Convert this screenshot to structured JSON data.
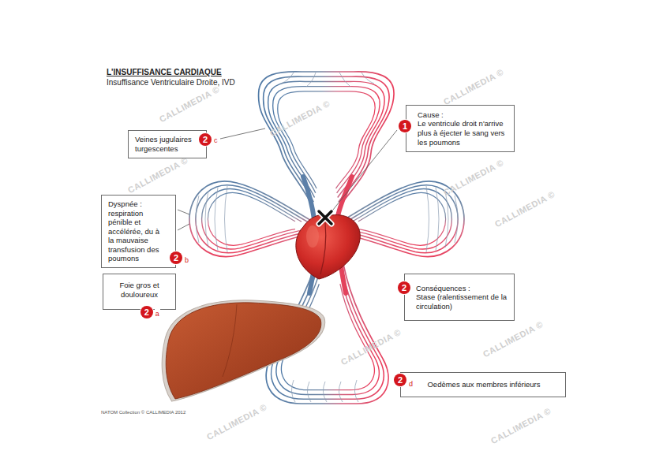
{
  "diagram": {
    "title": "L'INSUFFISANCE CARDIAQUE",
    "nodes": [
      {
        "text": [
          "Cause :",
          "Le ventricule droit n'arrive plus à éjecter le sang vers les poumons"
        ]
      },
      {
        "text": [
          "Veines jugulaires turgescentes"
        ]
      },
      {
        "text": [
          "Dyspnée :",
          "respiration pénible et accélérée, du à la mauvaise transfusion des poumons"
        ]
      },
      {
        "text": [
          "Foie gros et douloureux"
        ]
      },
      {
        "text": [
          "Conséquences :",
          "Stase (ralentissement de la circulation)"
        ]
      },
      {
        "text": [
          "Oedèmes aux membres inférieurs"
        ]
      }
    ],
    "labels": [
      "Insuffisance Ventriculaire Droite, IVD",
      "1",
      "2",
      "c",
      "2",
      "b",
      "2",
      "a",
      "2",
      "2",
      "d",
      "NATOM Collection © CALLIMEDIA 2012",
      "CALLIMEDIA ©",
      "CALLIMEDIA ©",
      "CALLIMEDIA ©",
      "CALLIMEDIA ©",
      "CALLIMEDIA ©",
      "CALLIMEDIA ©",
      "CALLIMEDIA ©",
      "CALLIMEDIA ©",
      "CALLIMEDIA ©",
      "CALLIMEDIA ©"
    ]
  }
}
